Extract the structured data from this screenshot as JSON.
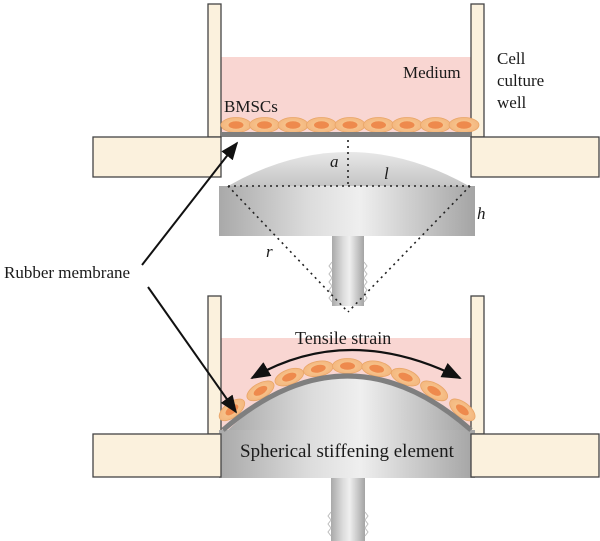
{
  "labels": {
    "medium": "Medium",
    "well_line1": "Cell",
    "well_line2": "culture",
    "well_line3": "well",
    "bmscs": "BMSCs",
    "rubber_membrane": "Rubber membrane",
    "tensile_strain": "Tensile strain",
    "spherical_element": "Spherical stiffening element",
    "var_a": "a",
    "var_l": "l",
    "var_h": "h",
    "var_r": "r"
  },
  "colors": {
    "medium": "#f9d6d2",
    "cell_outer": "#f6c189",
    "cell_nucleus": "#ee8a4d",
    "plate": "#fbf1dd",
    "membrane": "#7f7f7f",
    "metal_light": "#e4e4e4",
    "metal_dark": "#a8a8a8"
  }
}
